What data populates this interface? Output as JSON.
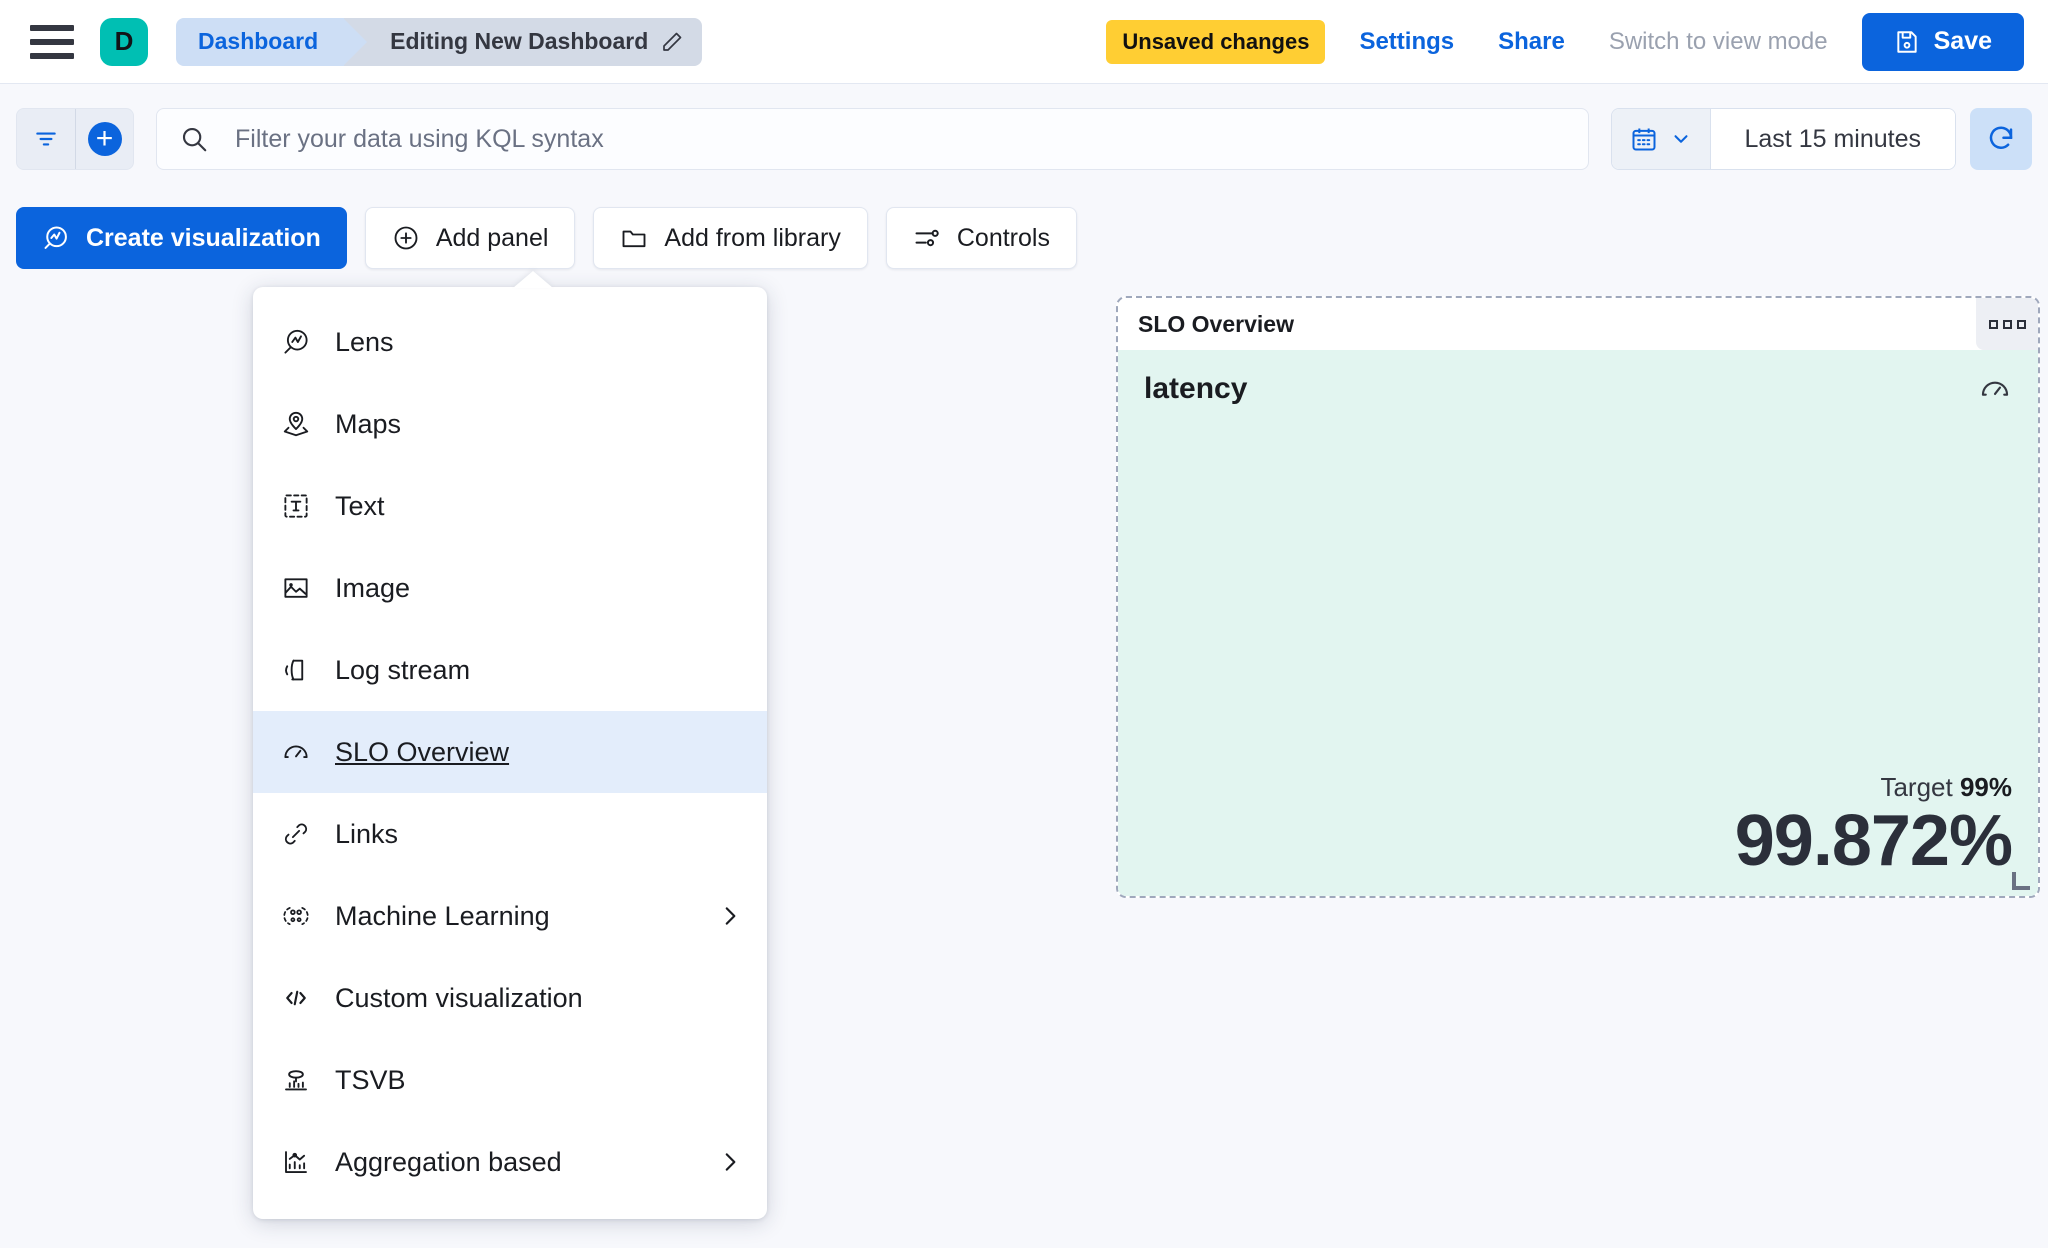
{
  "header": {
    "menu_icon": "hamburger-icon",
    "avatar_initial": "D",
    "avatar_color": "#00BFB3",
    "breadcrumb": {
      "root": "Dashboard",
      "current": "Editing New Dashboard",
      "edit_icon": "pencil-icon"
    },
    "unsaved_badge": "Unsaved changes",
    "unsaved_badge_color": "#FFCE33",
    "settings_link": "Settings",
    "share_link": "Share",
    "view_mode_link": "Switch to view mode",
    "save_button": "Save",
    "save_icon": "save-disk-icon",
    "accent_color": "#0B64DD"
  },
  "query_bar": {
    "filter_icon": "filter-icon",
    "add_filter_icon": "plus-circle-icon",
    "search_icon": "search-icon",
    "search_value": "",
    "search_placeholder": "Filter your data using KQL syntax",
    "calendar_icon": "calendar-icon",
    "chevron_icon": "chevron-down-icon",
    "time_range": "Last 15 minutes",
    "refresh_icon": "refresh-icon"
  },
  "toolbar": {
    "create_visualization": "Create visualization",
    "create_visualization_icon": "lens-icon",
    "add_panel": "Add panel",
    "add_panel_icon": "plus-in-circle-icon",
    "add_from_library": "Add from library",
    "add_from_library_icon": "folder-icon",
    "controls": "Controls",
    "controls_icon": "sliders-icon"
  },
  "add_panel_menu": {
    "items": [
      {
        "label": "Lens",
        "icon": "lens-icon",
        "submenu": false,
        "active": false
      },
      {
        "label": "Maps",
        "icon": "map-pin-icon",
        "submenu": false,
        "active": false
      },
      {
        "label": "Text",
        "icon": "text-box-icon",
        "submenu": false,
        "active": false
      },
      {
        "label": "Image",
        "icon": "image-icon",
        "submenu": false,
        "active": false
      },
      {
        "label": "Log stream",
        "icon": "log-stream-icon",
        "submenu": false,
        "active": false
      },
      {
        "label": "SLO Overview",
        "icon": "gauge-icon",
        "submenu": false,
        "active": true
      },
      {
        "label": "Links",
        "icon": "link-icon",
        "submenu": false,
        "active": false
      },
      {
        "label": "Machine Learning",
        "icon": "ml-icon",
        "submenu": true,
        "active": false
      },
      {
        "label": "Custom visualization",
        "icon": "code-icon",
        "submenu": false,
        "active": false
      },
      {
        "label": "TSVB",
        "icon": "tsvb-icon",
        "submenu": false,
        "active": false
      },
      {
        "label": "Aggregation based",
        "icon": "agg-chart-icon",
        "submenu": true,
        "active": false
      }
    ],
    "highlight_color": "#E3EDFB"
  },
  "slo_panel": {
    "title": "SLO Overview",
    "context_menu_icon": "grip-dots-icon",
    "slo_name": "latency",
    "gauge_icon": "gauge-icon",
    "target_label": "Target",
    "target_value": "99%",
    "current_value": "99.872%",
    "body_color": "#E2F5F0",
    "resize_handle_icon": "resize-corner-icon"
  }
}
